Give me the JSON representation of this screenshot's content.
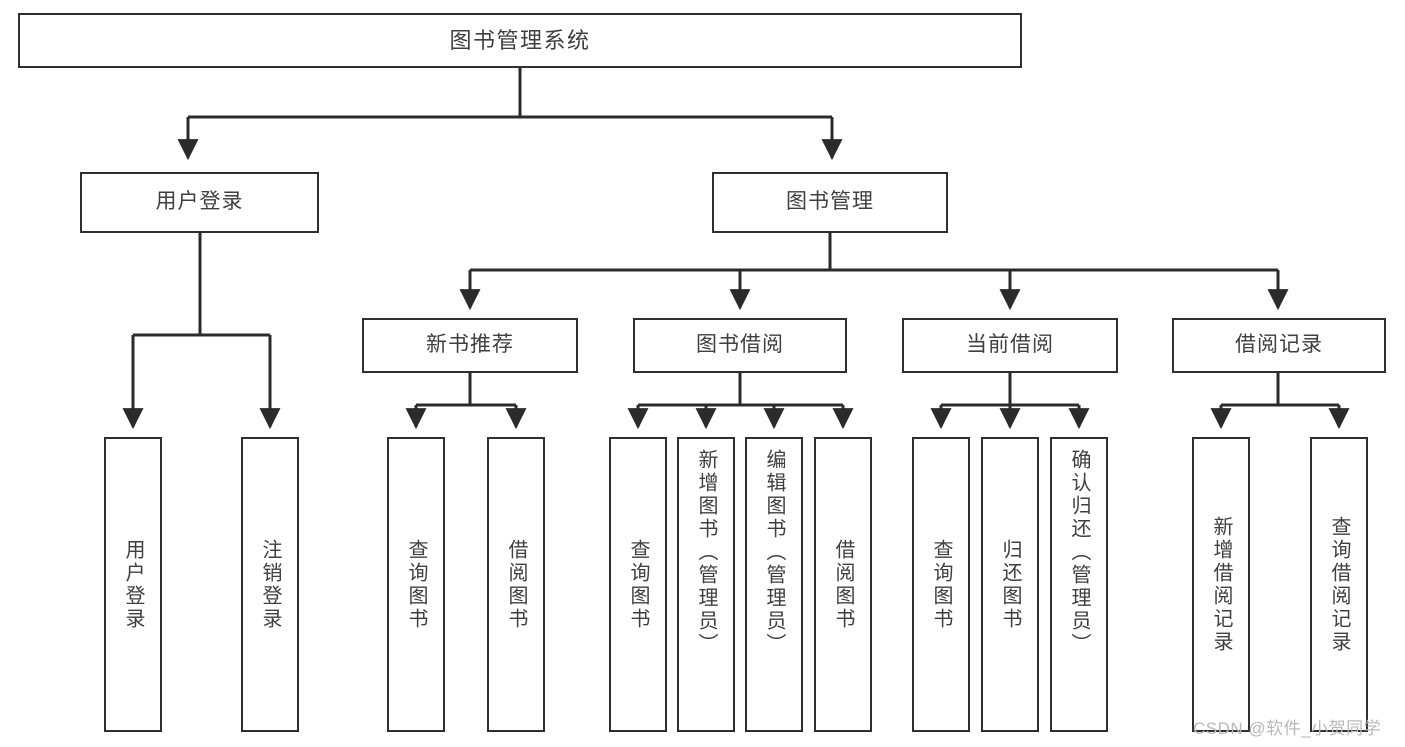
{
  "diagram": {
    "title": "图书管理系统",
    "type": "hierarchy-tree",
    "levels": 4,
    "root": {
      "label": "图书管理系统"
    },
    "level2": [
      {
        "label": "用户登录"
      },
      {
        "label": "图书管理"
      }
    ],
    "level3": [
      {
        "label": "新书推荐"
      },
      {
        "label": "图书借阅"
      },
      {
        "label": "当前借阅"
      },
      {
        "label": "借阅记录"
      }
    ],
    "leaves": {
      "user_login": [
        {
          "label": "用户登录"
        },
        {
          "label": "注销登录"
        }
      ],
      "new_book_recommend": [
        {
          "label": "查询图书"
        },
        {
          "label": "借阅图书"
        }
      ],
      "book_borrow": [
        {
          "label": "查询图书"
        },
        {
          "label": "新增图书（管理员）"
        },
        {
          "label": "编辑图书（管理员）"
        },
        {
          "label": "借阅图书"
        }
      ],
      "current_borrow": [
        {
          "label": "查询图书"
        },
        {
          "label": "归还图书"
        },
        {
          "label": "确认归还（管理员）"
        }
      ],
      "borrow_record": [
        {
          "label": "新增借阅记录"
        },
        {
          "label": "查询借阅记录"
        }
      ]
    }
  },
  "watermark": {
    "text": "CSDN @软件_小贺同学"
  },
  "colors": {
    "background": "#ffffff",
    "box_border": "#2f2f2f",
    "text": "#3f3f3f",
    "connector": "#2b2b2b",
    "watermark": "#b9b9b9"
  }
}
